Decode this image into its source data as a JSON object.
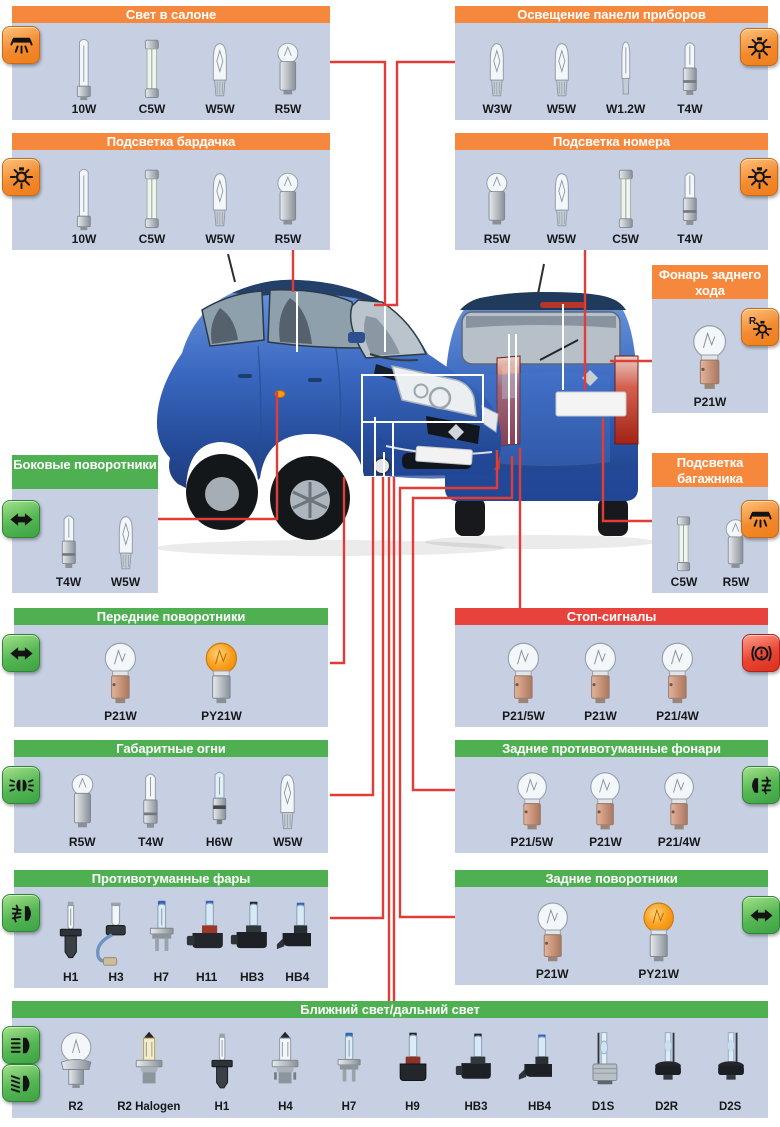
{
  "colors": {
    "header_orange": "#f6883e",
    "header_green": "#4fb052",
    "header_red": "#e8423c",
    "panel_background": "#c7d0e3",
    "connector_line": "#e23c38",
    "header_text": "#ffffff",
    "bulb_label_text": "#17181a",
    "amber_bulb": "#f59a1d"
  },
  "panels": [
    {
      "id": "interior-light",
      "title": "Свет в салоне",
      "color": "orange",
      "icon": "dome-light-icon",
      "icon_side": "left",
      "bulbs": [
        "10W",
        "C5W",
        "W5W",
        "R5W"
      ]
    },
    {
      "id": "glovebox-light",
      "title": "Подсветка бардачка",
      "color": "orange",
      "icon": "bulb-rays-icon",
      "icon_side": "left",
      "bulbs": [
        "10W",
        "C5W",
        "W5W",
        "R5W"
      ]
    },
    {
      "id": "instrument-panel-light",
      "title": "Освещение панели приборов",
      "color": "orange",
      "icon": "bulb-rays-icon",
      "icon_side": "right",
      "bulbs": [
        "W3W",
        "W5W",
        "W1.2W",
        "T4W"
      ]
    },
    {
      "id": "license-plate-light",
      "title": "Подсветка номера",
      "color": "orange",
      "icon": "bulb-rays-icon",
      "icon_side": "right",
      "bulbs": [
        "R5W",
        "W5W",
        "C5W",
        "T4W"
      ]
    },
    {
      "id": "reversing-light",
      "title": "Фонарь заднего хода",
      "color": "orange",
      "icon": "reverse-light-icon",
      "icon_side": "right",
      "bulbs": [
        "P21W"
      ]
    },
    {
      "id": "side-indicators",
      "title": "Боковые поворотники",
      "color": "green",
      "icon": "turn-indicator-arrows-icon",
      "icon_side": "left",
      "bulbs": [
        "T4W",
        "W5W"
      ]
    },
    {
      "id": "trunk-light",
      "title": "Подсветка багажника",
      "color": "orange",
      "icon": "dome-light-icon",
      "icon_side": "right",
      "bulbs": [
        "C5W",
        "R5W"
      ]
    },
    {
      "id": "front-indicators",
      "title": "Передние поворотники",
      "color": "green",
      "icon": "turn-indicator-arrows-icon",
      "icon_side": "left",
      "bulbs": [
        "P21W",
        "PY21W"
      ]
    },
    {
      "id": "brake-lights",
      "title": "Стоп-сигналы",
      "color": "red",
      "icon": "brake-warning-icon",
      "icon_side": "right",
      "bulbs": [
        "P21/5W",
        "P21W",
        "P21/4W"
      ]
    },
    {
      "id": "position-lights",
      "title": "Габаритные огни",
      "color": "green",
      "icon": "position-lights-icon",
      "icon_side": "left",
      "bulbs": [
        "R5W",
        "T4W",
        "H6W",
        "W5W"
      ]
    },
    {
      "id": "rear-fog-lights",
      "title": "Задние противотуманные фонари",
      "color": "green",
      "icon": "rear-fog-light-icon",
      "icon_side": "right",
      "bulbs": [
        "P21/5W",
        "P21W",
        "P21/4W"
      ]
    },
    {
      "id": "front-fog-lights",
      "title": "Противотуманные фары",
      "color": "green",
      "icon": "front-fog-light-icon",
      "icon_side": "left",
      "bulbs": [
        "H1",
        "H3",
        "H7",
        "H11",
        "HB3",
        "HB4"
      ]
    },
    {
      "id": "rear-indicators",
      "title": "Задние поворотники",
      "color": "green",
      "icon": "turn-indicator-arrows-icon",
      "icon_side": "right",
      "bulbs": [
        "P21W",
        "PY21W"
      ]
    },
    {
      "id": "headlights",
      "title": "Ближний свет/дальний свет",
      "color": "green",
      "icon": "high-beam-icon",
      "icon2": "low-beam-icon",
      "icon_side": "left",
      "bulbs": [
        "R2",
        "R2 Halogen",
        "H1",
        "H4",
        "H7",
        "H9",
        "HB3",
        "HB4",
        "D1S",
        "D2R",
        "D2S"
      ]
    }
  ],
  "icon_tiles": [
    {
      "name": "dome-light-icon",
      "color": "orange"
    },
    {
      "name": "bulb-rays-icon",
      "color": "orange"
    },
    {
      "name": "bulb-rays-icon",
      "color": "orange"
    },
    {
      "name": "bulb-rays-icon",
      "color": "orange"
    },
    {
      "name": "reverse-light-icon",
      "color": "orange"
    },
    {
      "name": "turn-indicator-arrows-icon",
      "color": "green"
    },
    {
      "name": "dome-light-icon",
      "color": "orange"
    },
    {
      "name": "turn-indicator-arrows-icon",
      "color": "green"
    },
    {
      "name": "brake-warning-icon",
      "color": "red"
    },
    {
      "name": "position-lights-icon",
      "color": "green"
    },
    {
      "name": "rear-fog-light-icon",
      "color": "green"
    },
    {
      "name": "front-fog-light-icon",
      "color": "green"
    },
    {
      "name": "turn-indicator-arrows-icon",
      "color": "green"
    },
    {
      "name": "high-beam-icon",
      "color": "green"
    },
    {
      "name": "low-beam-icon",
      "color": "green"
    }
  ]
}
